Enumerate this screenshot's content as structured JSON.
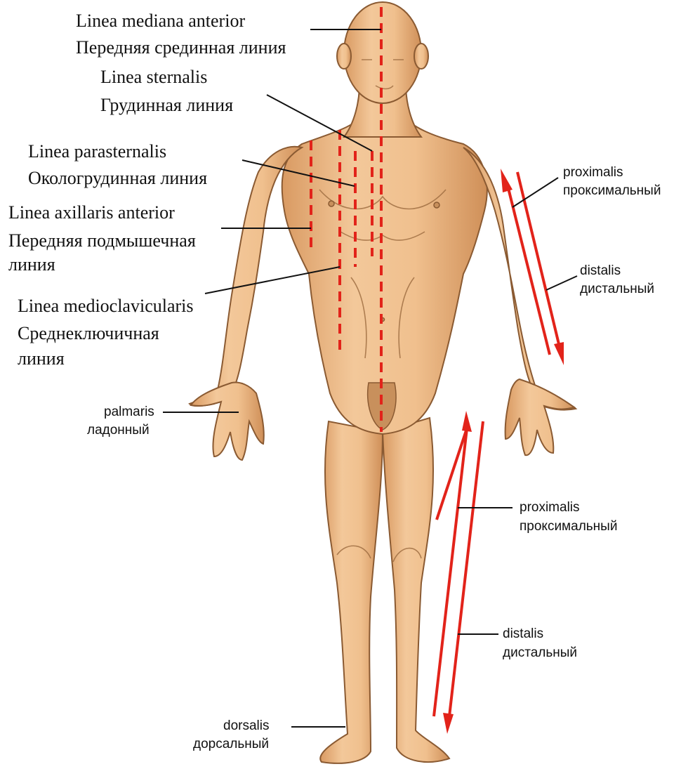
{
  "labels": {
    "mediana_la": "Linea mediana anterior",
    "mediana_ru": "Передняя срединная линия",
    "sternalis_la": "Linea sternalis",
    "sternalis_ru": "Грудинная линия",
    "parasternalis_la": "Linea parasternalis",
    "parasternalis_ru": "Окологрудинная линия",
    "axillaris_la": "Linea axillaris anterior",
    "axillaris_ru_1": "Передняя подмышечная",
    "axillaris_ru_2": "линия",
    "medioclav_la": "Linea medioclavicularis",
    "medioclav_ru_1": "Среднеключичная",
    "medioclav_ru_2": "линия",
    "arm_proximalis_la": "proximalis",
    "arm_proximalis_ru": "проксимальный",
    "arm_distalis_la": "distalis",
    "arm_distalis_ru": "дистальный",
    "palmaris_la": "palmaris",
    "palmaris_ru": "ладонный",
    "leg_proximalis_la": "proximalis",
    "leg_proximalis_ru": "проксимальный",
    "leg_distalis_la": "distalis",
    "leg_distalis_ru": "дистальный",
    "dorsalis_la": "dorsalis",
    "dorsalis_ru": "дорсальный"
  },
  "colors": {
    "line_red": "#e2231a",
    "skin_light": "#f2c596",
    "skin_mid": "#e0a670",
    "text": "#111111"
  }
}
